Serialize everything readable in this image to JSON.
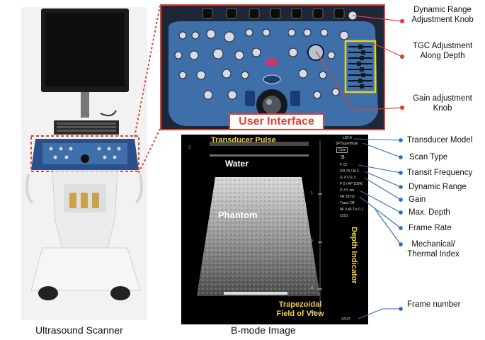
{
  "captions": {
    "scanner": "Ultrasound Scanner",
    "bmode": "B-mode Image"
  },
  "ui_label": "User Interface",
  "bmode_labels": {
    "transducer_pulse": "Transducer Pulse",
    "water": "Water",
    "phantom": "Phantom",
    "depth_indicator": "Depth Indicator",
    "trapezoidal_line1": "Trapezoidal",
    "trapezoidal_line2": "Field of View",
    "depth_ticks": [
      "1",
      "2",
      "3"
    ],
    "unit": "cm",
    "frame": "37/37"
  },
  "readouts": {
    "model": "L30-8",
    "scan_type": "SP/Superficial",
    "mode_box": "Cine",
    "mode": "B",
    "freq": "F 12",
    "dr": "DR 70 / M 3",
    "gain": "G 70 / E 3",
    "power": "P 0 / AP 100%",
    "depth": "D 3.5 cm",
    "frame_rate": "FR 26 Hz",
    "trans": "Trans Off",
    "index": "MI 0.45 TIs 0.1",
    "frame_no": "2310"
  },
  "annotations": {
    "dynamic_range_knob": [
      "Dynamic Range",
      "Adjustment Knob"
    ],
    "tgc": [
      "TGC Adjustment",
      "Along Depth"
    ],
    "gain_knob": [
      "Gain adjustment",
      "Knob"
    ],
    "transducer_model": "Transducer Model",
    "scan_type": "Scan Type",
    "transit_frequency": "Transit Frequency",
    "dynamic_range": "Dynamic Range",
    "gain": "Gain",
    "max_depth": "Max. Depth",
    "frame_rate": "Frame Rate",
    "mech_thermal": [
      "Mechanical/",
      "Thermal Index"
    ],
    "frame_number": "Frame number"
  },
  "colors": {
    "red": "#d9463a",
    "blue": "#2e6fb5",
    "yellow": "#e8d21e",
    "panel_blue": "#3f6fa8"
  }
}
